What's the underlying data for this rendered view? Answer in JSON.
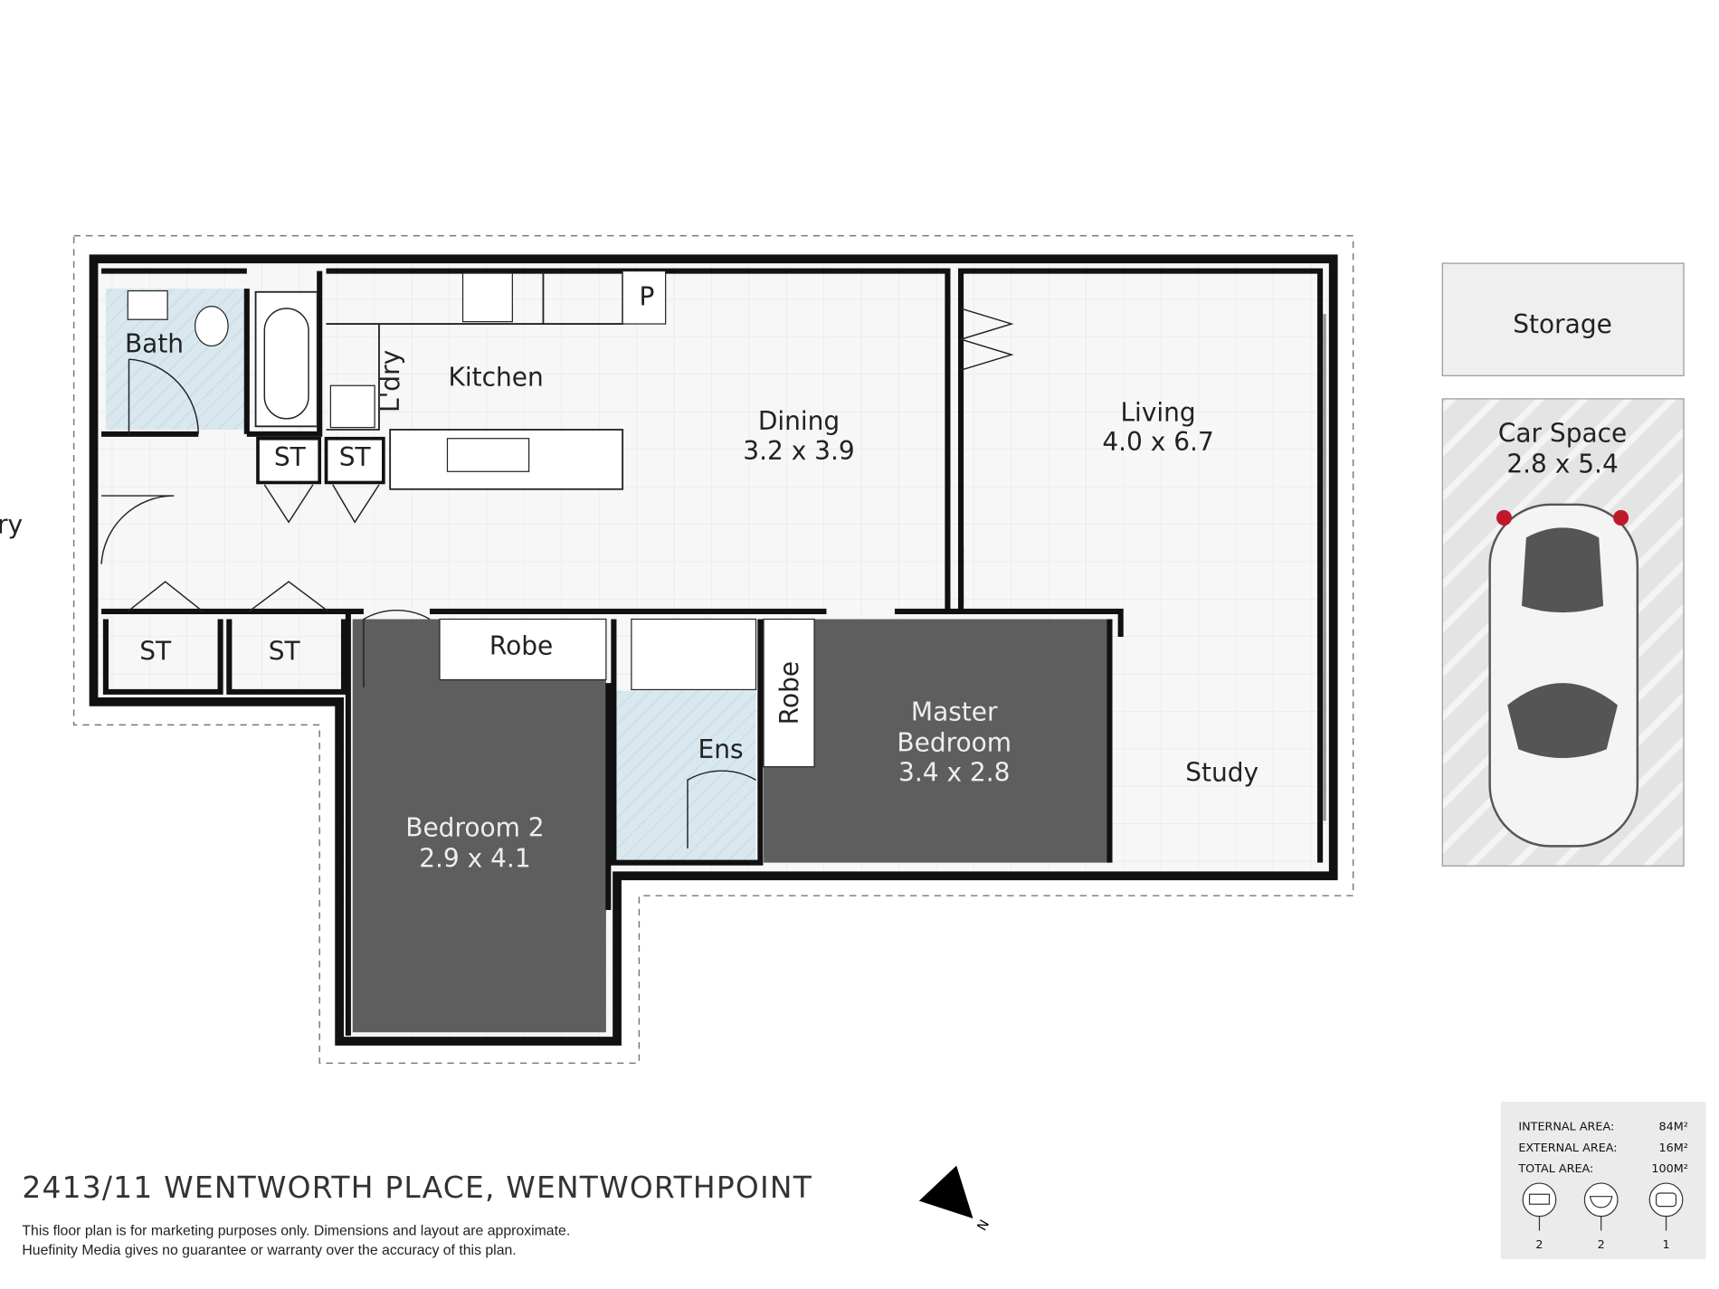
{
  "plan": {
    "entry": "Entry",
    "rooms": {
      "bath": "Bath",
      "kitchen": "Kitchen",
      "laundry": "L'dry",
      "pantry": "P",
      "dining": "Dining",
      "dining_size": "3.2 x 3.9",
      "living": "Living",
      "living_size": "4.0 x 6.7",
      "storage_1": "ST",
      "storage_2": "ST",
      "storage_3": "ST",
      "storage_4": "ST",
      "robe_1": "Robe",
      "robe_2": "Robe",
      "bedroom2": "Bedroom 2",
      "bedroom2_size": "2.9 x 4.1",
      "ensuite": "Ens",
      "master_1": "Master",
      "master_2": "Bedroom",
      "master_size": "3.4 x 2.8",
      "study": "Study"
    },
    "external": {
      "storage": "Storage",
      "car_space": "Car Space",
      "car_space_size": "2.8 x 5.4"
    },
    "compass": "N"
  },
  "footer": {
    "address": "2413/11 WENTWORTH PLACE, WENTWORTHPOINT",
    "disclaimer_1": "This floor plan is for marketing purposes only. Dimensions and layout are approximate.",
    "disclaimer_2": "Huefinity Media gives no guarantee or warranty over the accuracy of this plan."
  },
  "summary": {
    "internal_label": "INTERNAL AREA:",
    "internal_value": "84M²",
    "external_label": "EXTERNAL AREA:",
    "external_value": "16M²",
    "total_label": "TOTAL AREA:",
    "total_value": "100M²",
    "bedrooms": "2",
    "bathrooms": "2",
    "car_spaces": "1"
  },
  "colors": {
    "wall": "#111111",
    "wet_area": "#d9e8ef",
    "bedroom": "#5e5e5e",
    "floor": "#f6f6f6"
  }
}
